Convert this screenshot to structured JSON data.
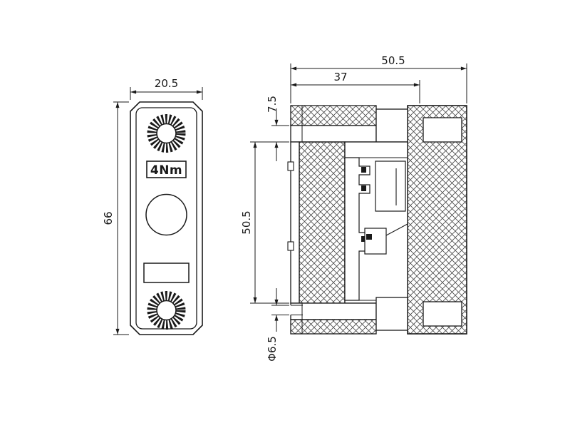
{
  "drawing": {
    "type": "technical-dimension-drawing",
    "colors": {
      "ink": "#1a1a1a",
      "background": "#ffffff"
    },
    "front_view": {
      "width_dim": "20.5",
      "height_dim": "66",
      "torque_marking": "4Nm"
    },
    "side_view": {
      "overall_width_dim": "50.5",
      "step_width_dim": "37",
      "flange_height_dim": "7.5",
      "body_height_dim": "50.5",
      "hole_dia_dim": "Φ6.5"
    }
  }
}
